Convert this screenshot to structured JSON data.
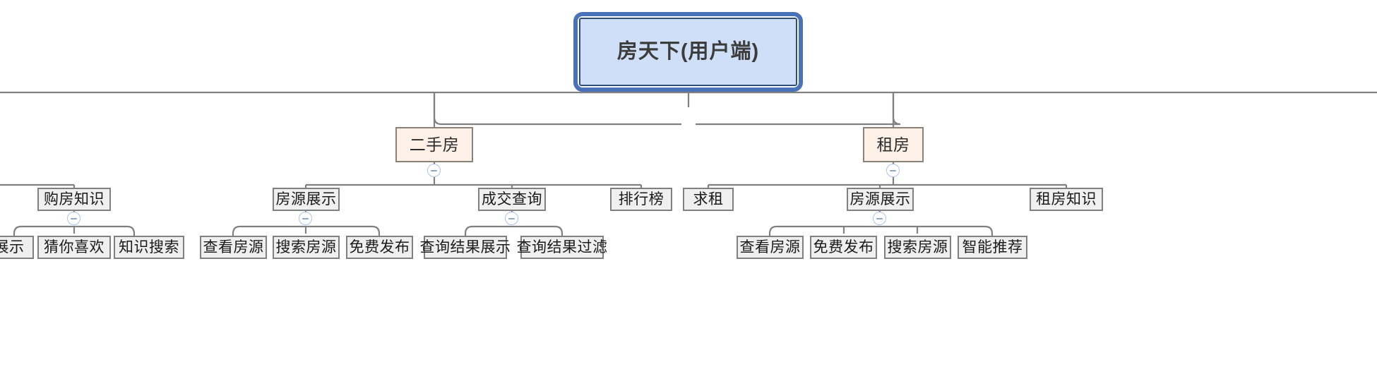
{
  "diagram": {
    "type": "mindmap-tree",
    "title": "房天下(用户端)",
    "orientation": "top-down",
    "colors": {
      "root_fill": "#cfdff8",
      "root_border": "#2f4f77",
      "selection_border": "#4a72b8",
      "category_fill": "#fdf0e6",
      "category_border": "#8a8278",
      "node_fill": "#f0f0f0",
      "node_border": "#808080",
      "edge": "#808080",
      "collapser_border": "#aac4e8",
      "collapser_bar": "#8fa8c8"
    },
    "root": {
      "label": "房天下(用户端)",
      "selected": true
    },
    "nodes": {
      "ershoufang": {
        "label": "二手房",
        "collapsible": true
      },
      "zufang": {
        "label": "租房",
        "collapsible": true
      },
      "goufangzhishi": {
        "label": "购房知识",
        "collapsible": true
      },
      "fangyuanzhanshi_1": {
        "label": "房源展示",
        "collapsible": true
      },
      "chengjiaochaxun": {
        "label": "成交查询",
        "collapsible": true
      },
      "paihangbang": {
        "label": "排行榜",
        "collapsible": false
      },
      "qiuzu": {
        "label": "求租",
        "collapsible": false
      },
      "fangyuanzhanshi_2": {
        "label": "房源展示",
        "collapsible": true
      },
      "zufangzhishi": {
        "label": "租房知识",
        "collapsible": false
      },
      "zhanshi": {
        "label": "展示",
        "collapsible": false
      },
      "cainixihuan": {
        "label": "猜你喜欢",
        "collapsible": false
      },
      "zhishisousuo": {
        "label": "知识搜索",
        "collapsible": false
      },
      "chakanfangyuan_1": {
        "label": "查看房源",
        "collapsible": false
      },
      "sousuofangyuan_1": {
        "label": "搜索房源",
        "collapsible": false
      },
      "mianfeifabu_1": {
        "label": "免费发布",
        "collapsible": false
      },
      "chaxunjieguozhanshi": {
        "label": "查询结果展示",
        "collapsible": false
      },
      "chaxunjieguoguolv": {
        "label": "查询结果过滤",
        "collapsible": false
      },
      "chakanfangyuan_2": {
        "label": "查看房源",
        "collapsible": false
      },
      "mianfeifabu_2": {
        "label": "免费发布",
        "collapsible": false
      },
      "sousuofangyuan_2": {
        "label": "搜索房源",
        "collapsible": false
      },
      "zhinengtuijian": {
        "label": "智能推荐",
        "collapsible": false
      }
    },
    "collapser": {
      "icon": "minus-circle-icon",
      "state": "expanded"
    }
  }
}
